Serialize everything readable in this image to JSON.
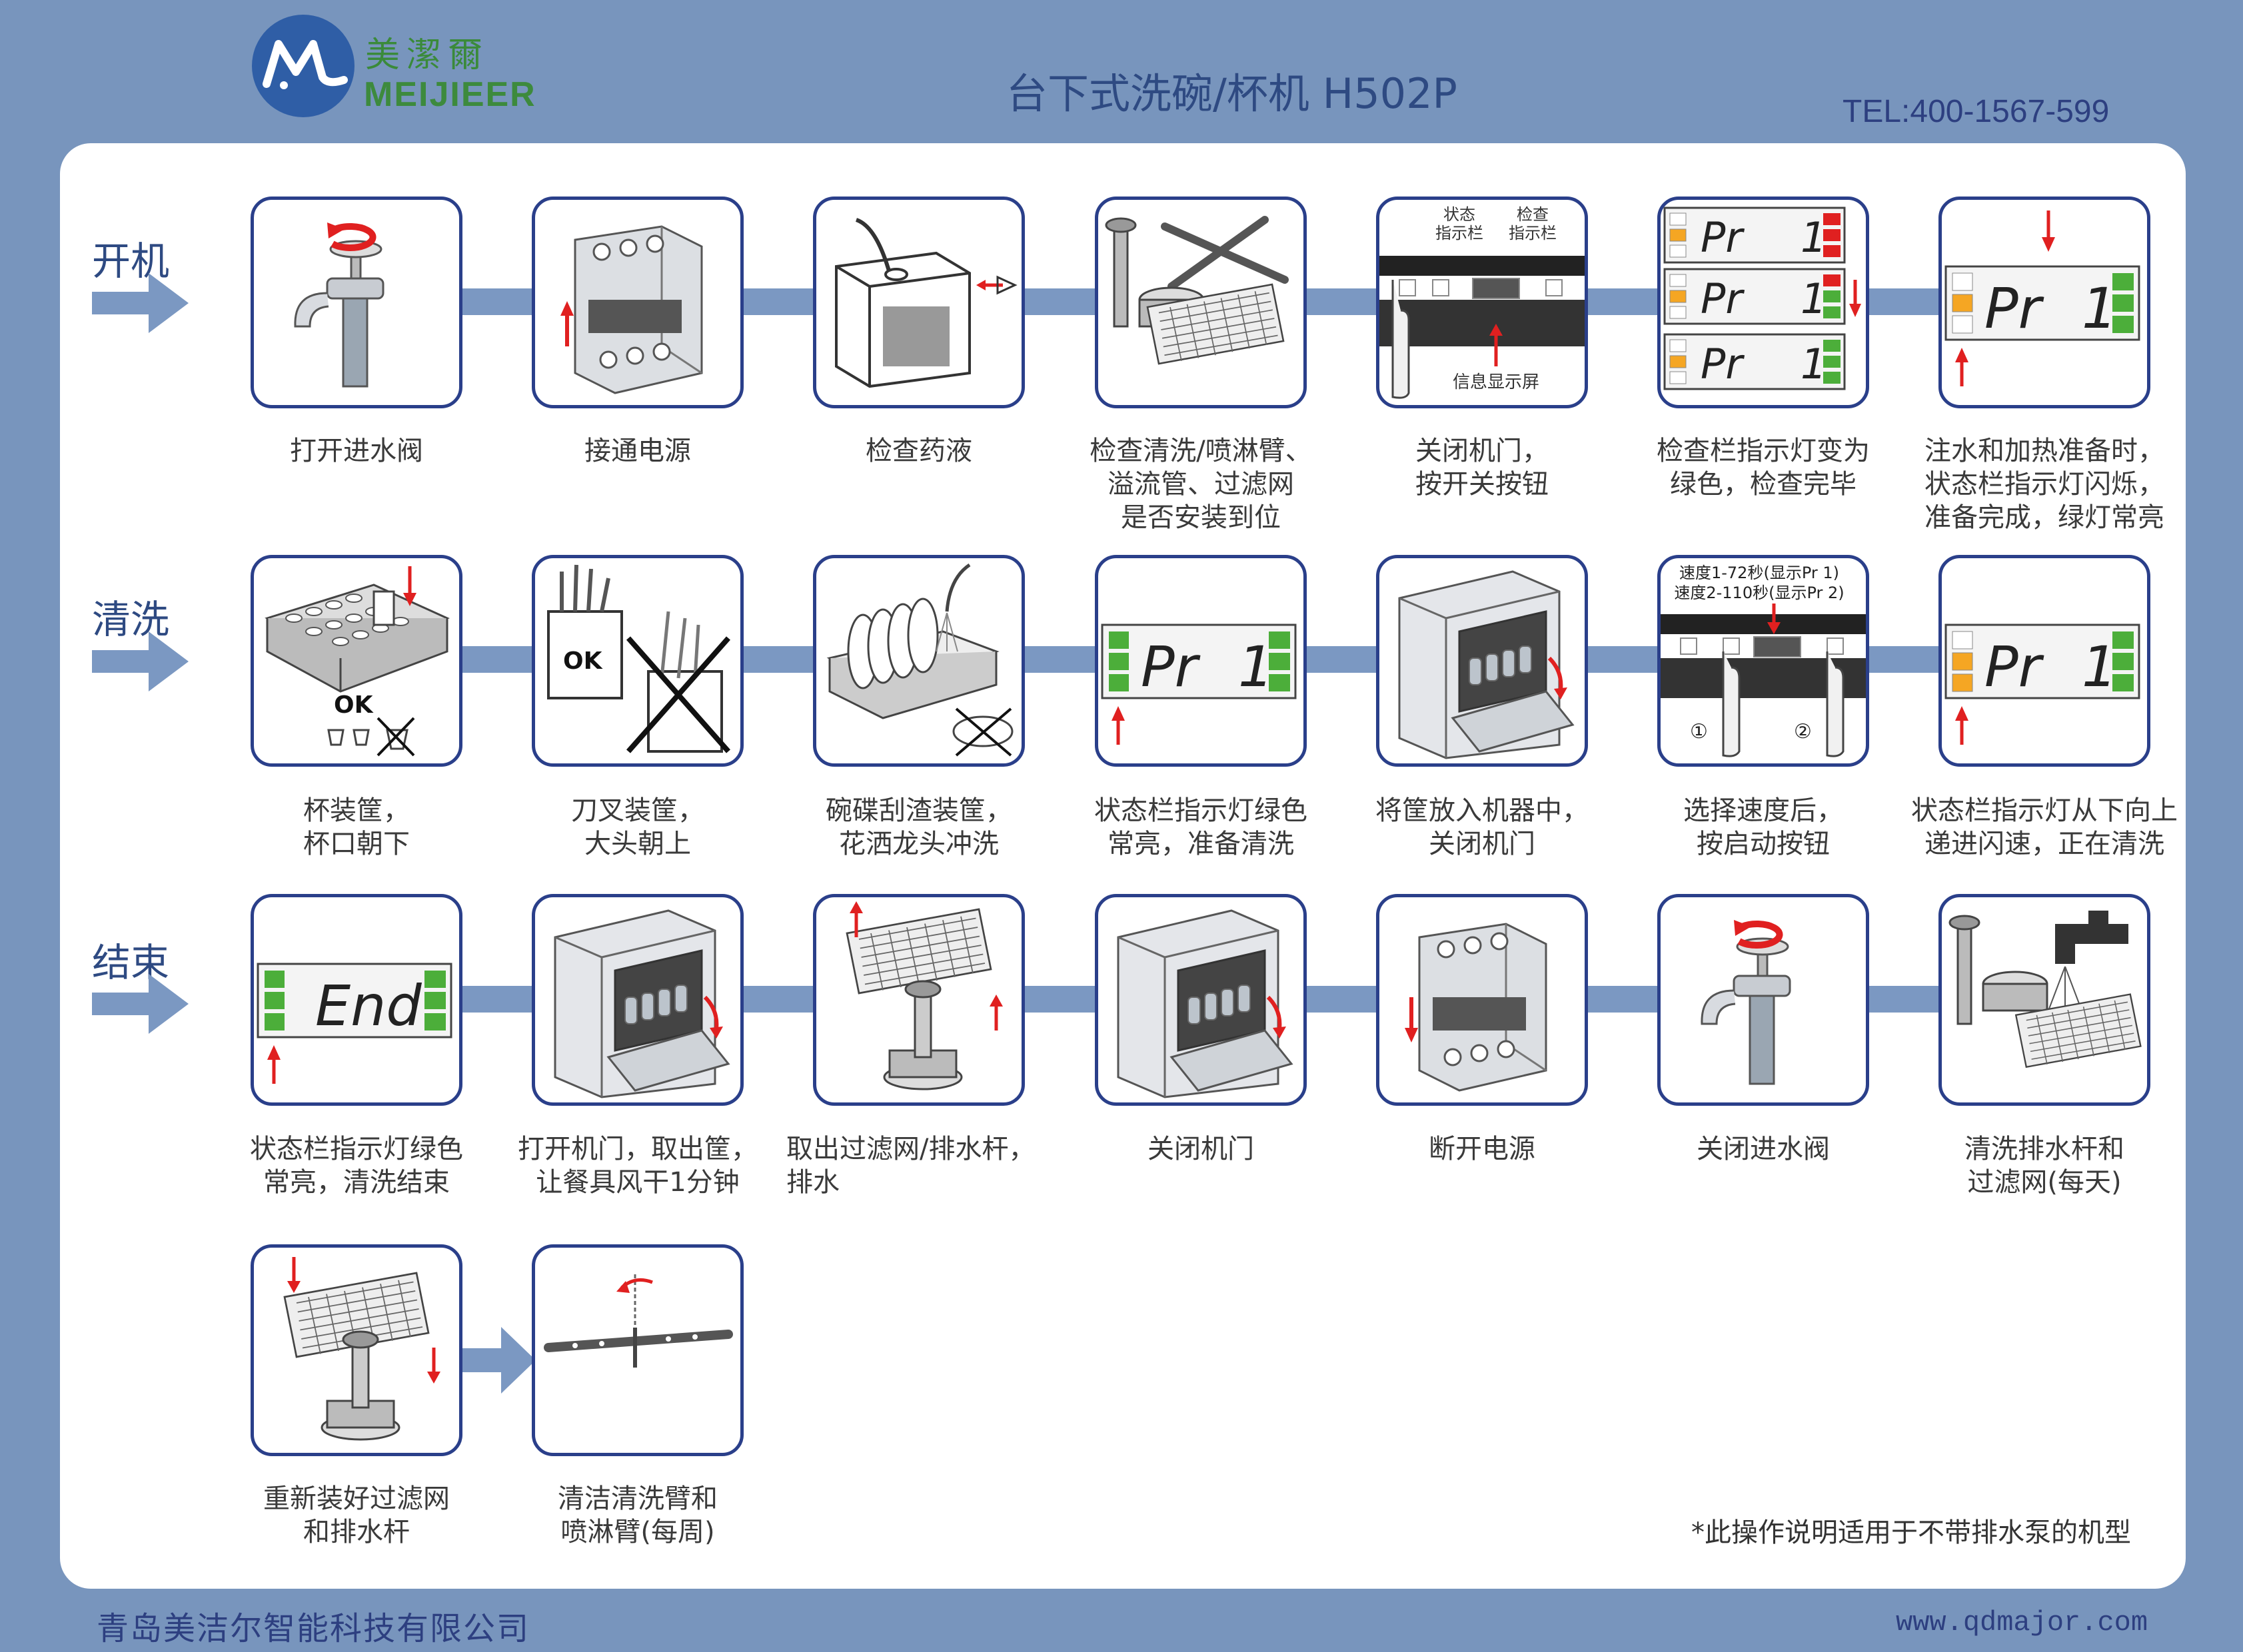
{
  "header": {
    "logo_cn": "美潔爾",
    "logo_en": "MEIJIEER",
    "title": "台下式洗碗/杯机 H502P",
    "tel": "TEL:400-1567-599"
  },
  "rows": [
    {
      "label": "开机"
    },
    {
      "label": "清洗"
    },
    {
      "label": "结束"
    }
  ],
  "steps": {
    "s1": {
      "lines": [
        "打开进水阀"
      ]
    },
    "s2": {
      "lines": [
        "接通电源"
      ]
    },
    "s3": {
      "lines": [
        "检查药液"
      ]
    },
    "s4": {
      "lines": [
        "检查清洗/喷淋臂、",
        "溢流管、过滤网",
        "是否安装到位"
      ]
    },
    "s5": {
      "lines": [
        "关闭机门，",
        "按开关按钮"
      ],
      "panel_labels": [
        "状态",
        "指示栏",
        "检查",
        "指示栏",
        "信息显示屏"
      ]
    },
    "s6": {
      "lines": [
        "检查栏指示灯变为",
        "绿色，检查完毕"
      ],
      "display": [
        "Pr",
        "1"
      ]
    },
    "s7": {
      "lines": [
        "注水和加热准备时，",
        "状态栏指示灯闪烁，",
        "准备完成，绿灯常亮"
      ],
      "display": [
        "Pr",
        "1"
      ]
    },
    "s8": {
      "lines": [
        "杯装筐，",
        "杯口朝下"
      ],
      "ok": "OK"
    },
    "s9": {
      "lines": [
        "刀叉装筐，",
        "大头朝上"
      ],
      "ok": "OK"
    },
    "s10": {
      "lines": [
        "碗碟刮渣装筐，",
        "花洒龙头冲洗"
      ]
    },
    "s11": {
      "lines": [
        "状态栏指示灯绿色",
        "常亮，准备清洗"
      ],
      "display": [
        "Pr",
        "1"
      ]
    },
    "s12": {
      "lines": [
        "将筐放入机器中，",
        "关闭机门"
      ]
    },
    "s13": {
      "lines": [
        "选择速度后，",
        "按启动按钮"
      ],
      "speed_labels": [
        "速度1-72秒(显示Pr 1)",
        "速度2-110秒(显示Pr 2)"
      ],
      "buttons": [
        "①",
        "②"
      ]
    },
    "s14": {
      "lines": [
        "状态栏指示灯从下向上",
        "递进闪速，正在清洗"
      ],
      "display": [
        "Pr",
        "1"
      ]
    },
    "s15": {
      "lines": [
        "状态栏指示灯绿色",
        "常亮，清洗结束"
      ],
      "display": [
        "End"
      ]
    },
    "s16": {
      "lines": [
        "打开机门，取出筐，",
        "让餐具风干1分钟"
      ]
    },
    "s17": {
      "lines": [
        "取出过滤网/排水杆，",
        "排水"
      ]
    },
    "s18": {
      "lines": [
        "关闭机门"
      ]
    },
    "s19": {
      "lines": [
        "断开电源"
      ]
    },
    "s20": {
      "lines": [
        "关闭进水阀"
      ]
    },
    "s21": {
      "lines": [
        "清洗排水杆和",
        "过滤网(每天)"
      ]
    },
    "s22": {
      "lines": [
        "重新装好过滤网",
        "和排水杆"
      ]
    },
    "s23": {
      "lines": [
        "清洁清洗臂和",
        "喷淋臂(每周)"
      ]
    }
  },
  "footer": {
    "note": "*此操作说明适用于不带排水泵的机型",
    "company": "青岛美洁尔智能科技有限公司",
    "website": "www.qdmajor.com"
  },
  "colors": {
    "background": "#7895bd",
    "panel": "#ffffff",
    "step_border": "#2a3f8a",
    "band": "#7b98c2",
    "indicator_green": "#4cae3a",
    "indicator_orange": "#f5a623",
    "indicator_red": "#e02020",
    "arrow_red": "#e02020"
  }
}
